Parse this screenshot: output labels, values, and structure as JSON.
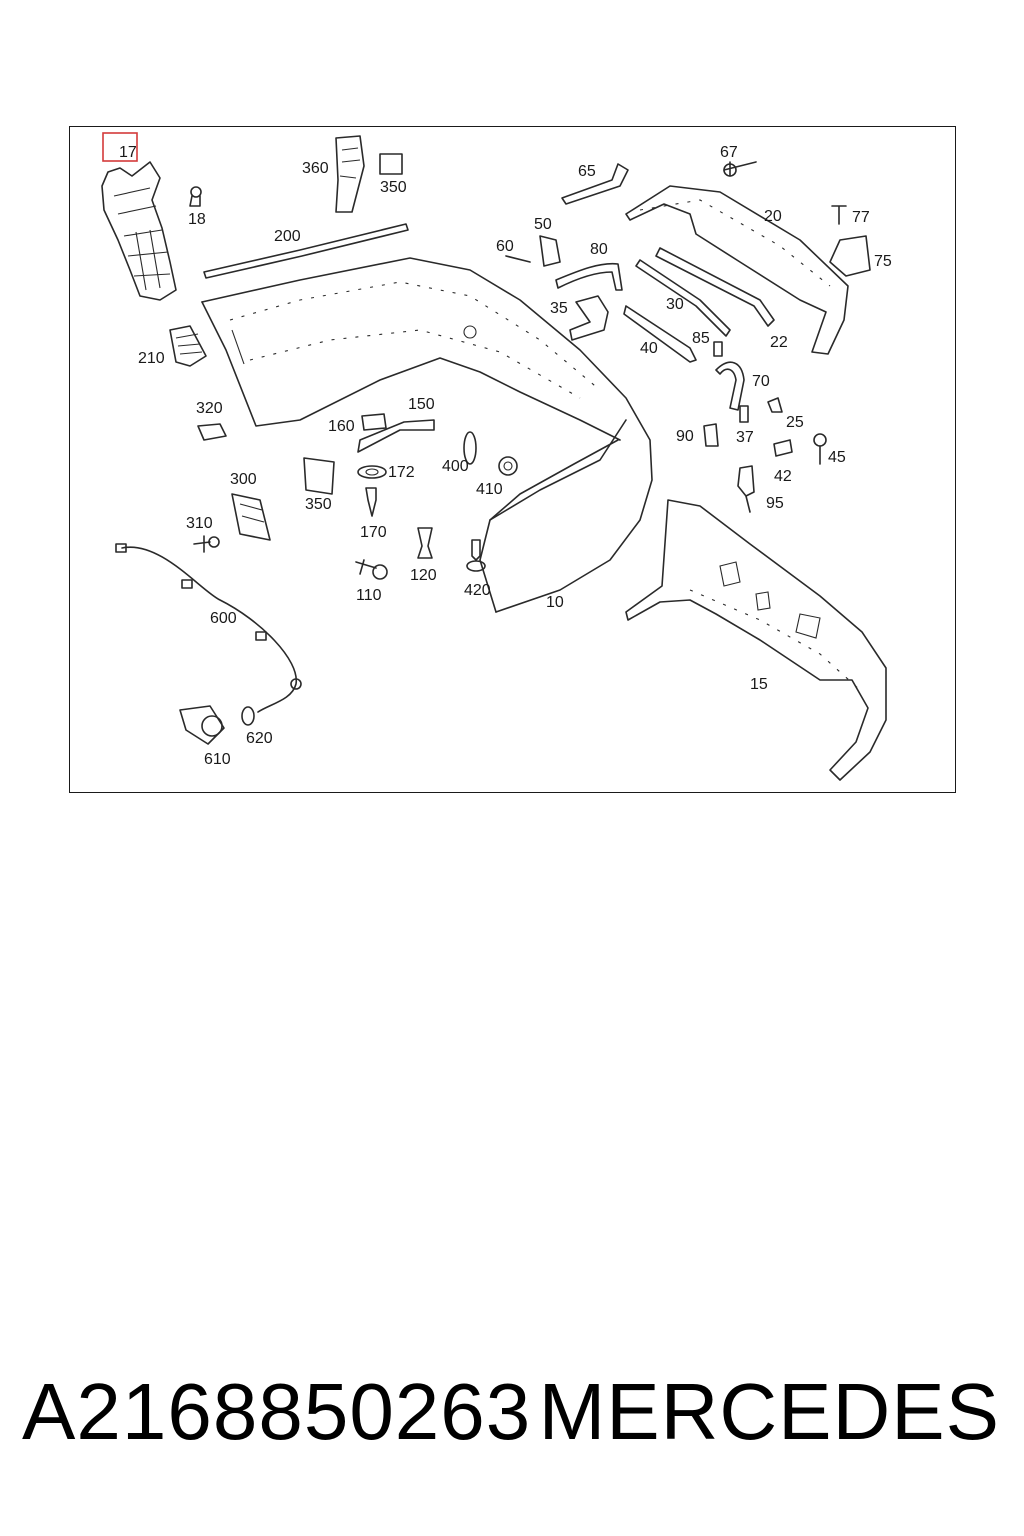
{
  "footer": {
    "part_number": "A2168850263",
    "brand": "MERCEDES"
  },
  "highlighted_part": "17",
  "callouts": [
    "17",
    "18",
    "360",
    "350",
    "200",
    "210",
    "320",
    "300",
    "310",
    "600",
    "610",
    "620",
    "160",
    "150",
    "172",
    "350",
    "170",
    "110",
    "120",
    "400",
    "410",
    "420",
    "10",
    "65",
    "67",
    "20",
    "77",
    "75",
    "60",
    "50",
    "80",
    "35",
    "30",
    "40",
    "22",
    "85",
    "70",
    "25",
    "90",
    "37",
    "42",
    "45",
    "95",
    "15"
  ]
}
